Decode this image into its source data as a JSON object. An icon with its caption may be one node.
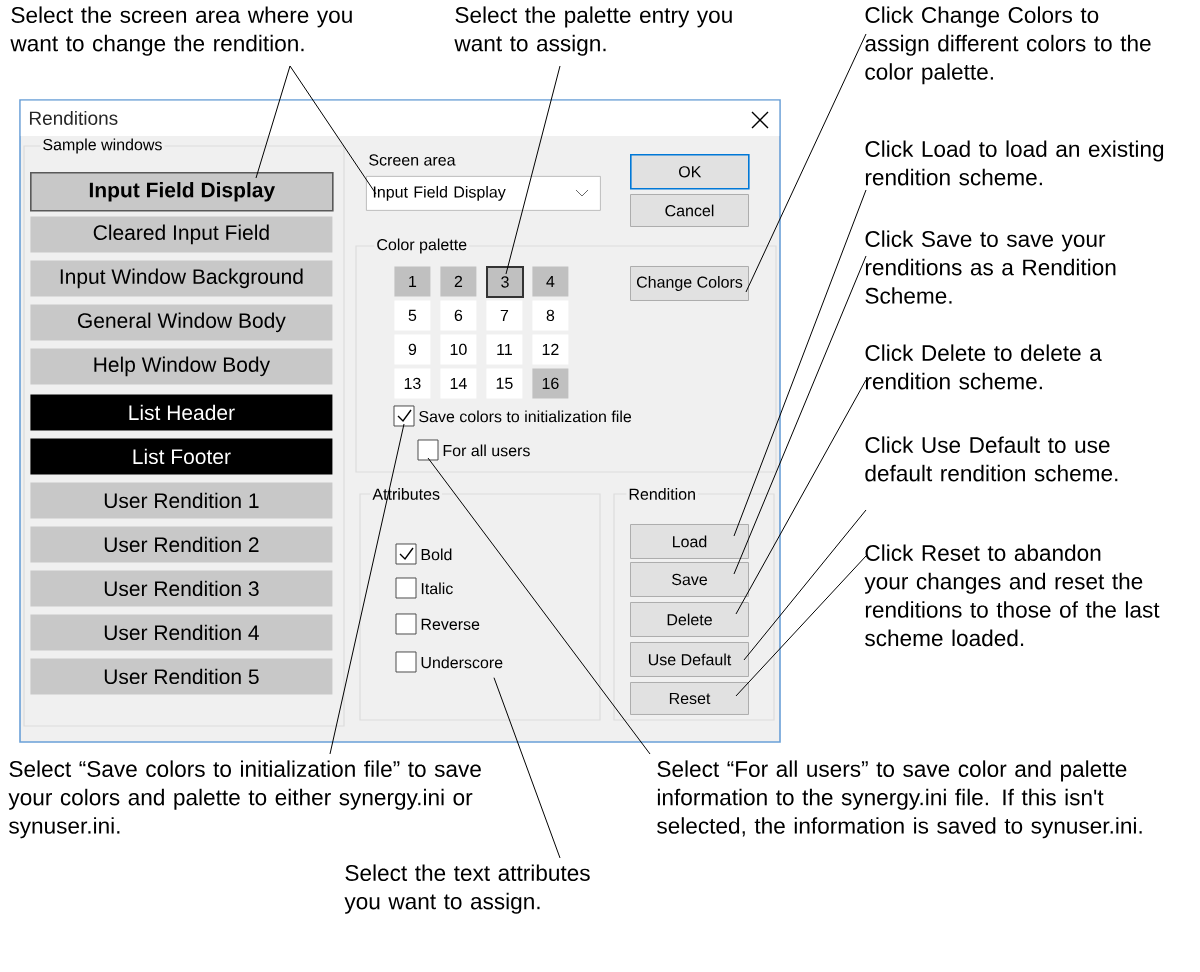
{
  "diagram": {
    "nodes": [
      {
        "text": [
          "Select the screen area where you want to change the rendition."
        ]
      },
      {
        "text": [
          "Select the palette entry you want to assign."
        ]
      },
      {
        "text": [
          "Click Change Colors to assign different colors to the color palette."
        ]
      },
      {
        "text": [
          "Click Load to load an existing rendition scheme."
        ]
      },
      {
        "text": [
          "Click Save to save your renditions as a Rendition Scheme."
        ]
      },
      {
        "text": [
          "Click Delete to delete a rendition scheme."
        ]
      },
      {
        "text": [
          "Click Use Default to use default rendition scheme."
        ]
      },
      {
        "text": [
          "Click Reset to abandon your changes and reset the renditions to those of the last scheme loaded."
        ]
      },
      {
        "text": [
          "Select “Save colors to initialization file” to save your colors and palette to either synergy.ini or synuser.ini."
        ]
      },
      {
        "text": [
          "Select “For all users” to save color and palette information to the synergy.ini file. If this isn't selected, the information is saved to synuser.ini."
        ]
      },
      {
        "text": [
          "Select the text attributes you want to assign."
        ]
      },
      {
        "text": [
          "Input Field Display"
        ]
      },
      {
        "text": [
          "Input Field Display"
        ]
      },
      {
        "text": [
          "3"
        ]
      },
      {
        "text": [
          "Change Colors"
        ]
      },
      {
        "text": [
          "Load"
        ]
      },
      {
        "text": [
          "Save"
        ]
      },
      {
        "text": [
          "Delete"
        ]
      },
      {
        "text": [
          "Use Default"
        ]
      },
      {
        "text": [
          "Reset"
        ]
      },
      {
        "text": [
          "Save colors to initialization file"
        ]
      },
      {
        "text": [
          "For all users"
        ]
      },
      {
        "text": [
          "Attributes"
        ]
      },
      {
        "text": [
          "OK"
        ]
      },
      {
        "text": [
          "Cancel"
        ]
      }
    ],
    "edges": [
      {
        "from": 0,
        "to": 11,
        "arrow": "none"
      },
      {
        "from": 0,
        "to": 12,
        "arrow": "none"
      },
      {
        "from": 1,
        "to": 13,
        "arrow": "none"
      },
      {
        "from": 2,
        "to": 14,
        "arrow": "none"
      },
      {
        "from": 3,
        "to": 15,
        "arrow": "none"
      },
      {
        "from": 4,
        "to": 16,
        "arrow": "none"
      },
      {
        "from": 5,
        "to": 17,
        "arrow": "none"
      },
      {
        "from": 6,
        "to": 18,
        "arrow": "none"
      },
      {
        "from": 7,
        "to": 19,
        "arrow": "none"
      },
      {
        "from": 8,
        "to": 20,
        "arrow": "none"
      },
      {
        "from": 9,
        "to": 21,
        "arrow": "none"
      },
      {
        "from": 10,
        "to": 22,
        "arrow": "none"
      }
    ],
    "labels": [
      "Renditions",
      "Sample windows",
      "Cleared Input Field",
      "Input Window Background",
      "General Window Body",
      "Help Window Body",
      "List Header",
      "List Footer",
      "User Rendition 1",
      "User Rendition 2",
      "User Rendition 3",
      "User Rendition 4",
      "User Rendition 5",
      "Screen area",
      "Color palette",
      "1",
      "2",
      "4",
      "5",
      "6",
      "7",
      "8",
      "9",
      "10",
      "11",
      "12",
      "13",
      "14",
      "15",
      "16",
      "Bold",
      "Italic",
      "Reverse",
      "Underscore",
      "Rendition"
    ]
  }
}
